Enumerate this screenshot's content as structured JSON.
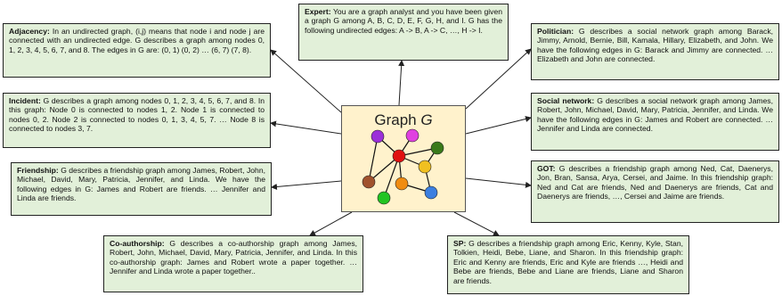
{
  "center": {
    "title": "Graph ",
    "title_var": "G"
  },
  "boxes": {
    "expert": {
      "name": "Expert:",
      "text": " You are a graph analyst and you have been given a graph G among A, B, C, D, E, F, G, H, and I. G has the following undirected edges: A -> B, A -> C, …, H -> I."
    },
    "adjacency": {
      "name": "Adjacency:",
      "text": " In an undirected graph, (i,j) means that node i and node j are connected with an undirected edge. G describes a graph among nodes 0, 1, 2, 3, 4, 5, 6, 7, and 8. The edges in G are: (0, 1) (0, 2) … (6, 7) (7, 8)."
    },
    "incident": {
      "name": "Incident:",
      "text": " G describes a graph among nodes 0, 1, 2, 3, 4, 5, 6, 7, and 8. In this graph: Node 0 is connected to nodes 1, 2. Node 1 is connected to nodes 0, 2. Node 2 is connected to nodes 0, 1, 3, 4, 5, 7. … Node 8 is connected to nodes 3, 7."
    },
    "friendship": {
      "name": "Friendship:",
      "text": " G describes a friendship graph among James, Robert, John, Michael, David, Mary, Patricia, Jennifer, and Linda. We have the following edges in G: James and Robert are friends. … Jennifer and Linda are friends."
    },
    "coauthor": {
      "name": "Co-authorship:",
      "text": " G describes a co-authorship graph among James, Robert, John, Michael, David, Mary, Patricia, Jennifer, and Linda. In this co-authorship graph: James and Robert wrote a paper together. … Jennifer and Linda wrote a paper together.."
    },
    "politician": {
      "name": "Politician:",
      "text": " G describes a social network graph among Barack, Jimmy, Arnold, Bernie, Bill, Kamala, Hillary, Elizabeth, and John. We have the following edges in G: Barack and Jimmy are connected. … Elizabeth and John are connected."
    },
    "social": {
      "name": "Social network:",
      "text": " G describes a social network graph among James, Robert, John, Michael, David, Mary, Patricia, Jennifer, and Linda. We have the following edges in G: James and Robert are connected. … Jennifer and Linda are connected."
    },
    "got": {
      "name": "GOT:",
      "text": " G describes a friendship graph among Ned, Cat, Daenerys, Jon, Bran, Sansa, Arya, Cersei, and Jaime. In this friendship graph: Ned and Cat are friends, Ned and Daenerys are friends, Cat and Daenerys are friends, …, Cersei and Jaime are friends."
    },
    "sp": {
      "name": "SP:",
      "text": " G describes a friendship graph among Eric, Kenny, Kyle, Stan, Tolkien, Heidi, Bebe, Liane, and Sharon. In this friendship graph: Eric and Kenny are friends, Eric and Kyle are friends …, Heidi and Bebe are friends, Bebe and Liane are friends, Liane and Sharon are friends."
    }
  },
  "colors": {
    "box_fill": "#e2f0d9",
    "center_fill": "#fff2cc",
    "nodes": [
      "#9b30d9",
      "#e040e0",
      "#e01010",
      "#3a7a1a",
      "#f0c020",
      "#a0522d",
      "#f08c10",
      "#3b7fe0",
      "#22c422"
    ]
  }
}
